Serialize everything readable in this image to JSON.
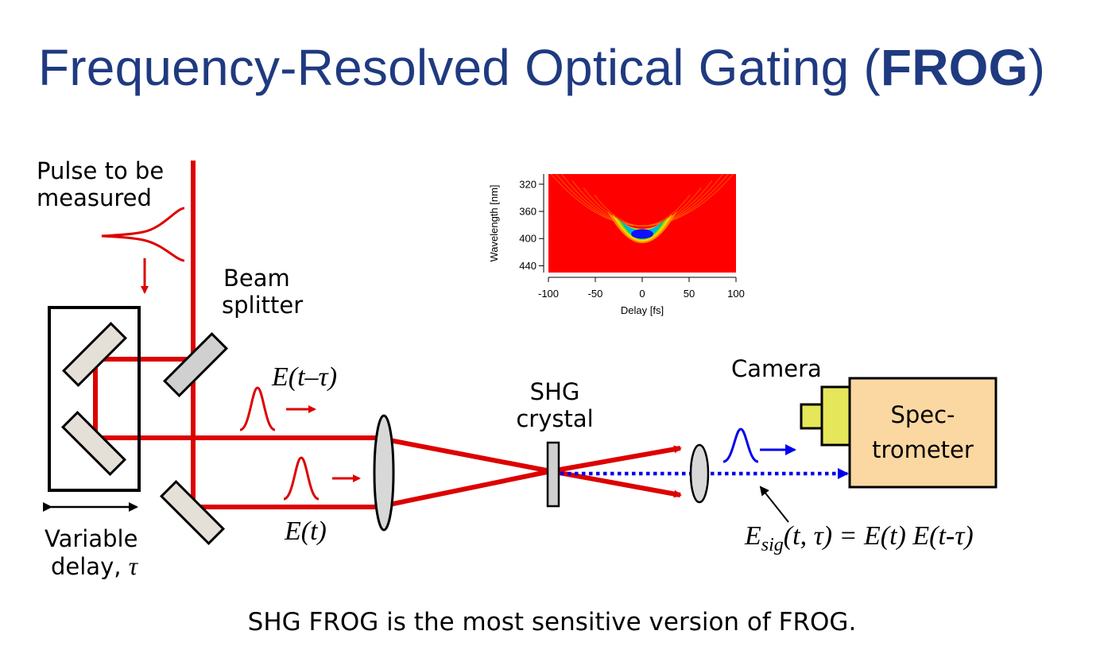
{
  "title": {
    "main": "Frequency-Resolved Optical Gating (",
    "bold": "FROG",
    "end": ")"
  },
  "labels": {
    "pulse_line1": "Pulse to be",
    "pulse_line2": "measured",
    "beam_line1": "Beam",
    "beam_line2": "splitter",
    "variable_line1": "Variable",
    "variable_line2": "delay, ",
    "tau": "τ",
    "shg_line1": "SHG",
    "shg_line2": "crystal",
    "camera": "Camera",
    "spec_line1": "Spec-",
    "spec_line2": "trometer",
    "e_delayed": "E(t–τ)",
    "e_t": "E(t)",
    "esig_E": "E",
    "esig_sub": "sig",
    "esig_rest": "(t, τ) = E(t) E(t-τ)"
  },
  "caption": "SHG FROG is the most sensitive version of FROG.",
  "colors": {
    "title": "#1f3a80",
    "beam": "#dd0000",
    "signal": "#0000ee",
    "spectrometer": "#fbd8a2",
    "camera": "#e6e65a"
  },
  "chart_data": {
    "type": "heatmap",
    "xlabel": "Delay [fs]",
    "ylabel": "Wavelength [nm]",
    "xlim": [
      -100,
      100
    ],
    "ylim": [
      450,
      305
    ],
    "x_ticks": [
      -100,
      -50,
      0,
      50,
      100
    ],
    "y_ticks": [
      320,
      360,
      400,
      440
    ],
    "trace": {
      "center_delay": 0,
      "center_wavelength": 392,
      "rings": 6
    }
  }
}
